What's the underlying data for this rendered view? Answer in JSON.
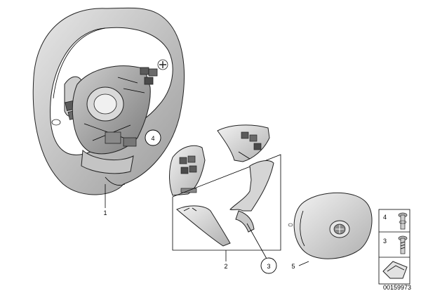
{
  "diagram": {
    "callouts": {
      "wheel": "1",
      "trim_cover": "2",
      "circled_3": "3",
      "circled_4": "4",
      "airbag": "5"
    },
    "hardware_legend": {
      "bolt_upper": "4",
      "bolt_lower": "3"
    },
    "serial": "00159973"
  }
}
